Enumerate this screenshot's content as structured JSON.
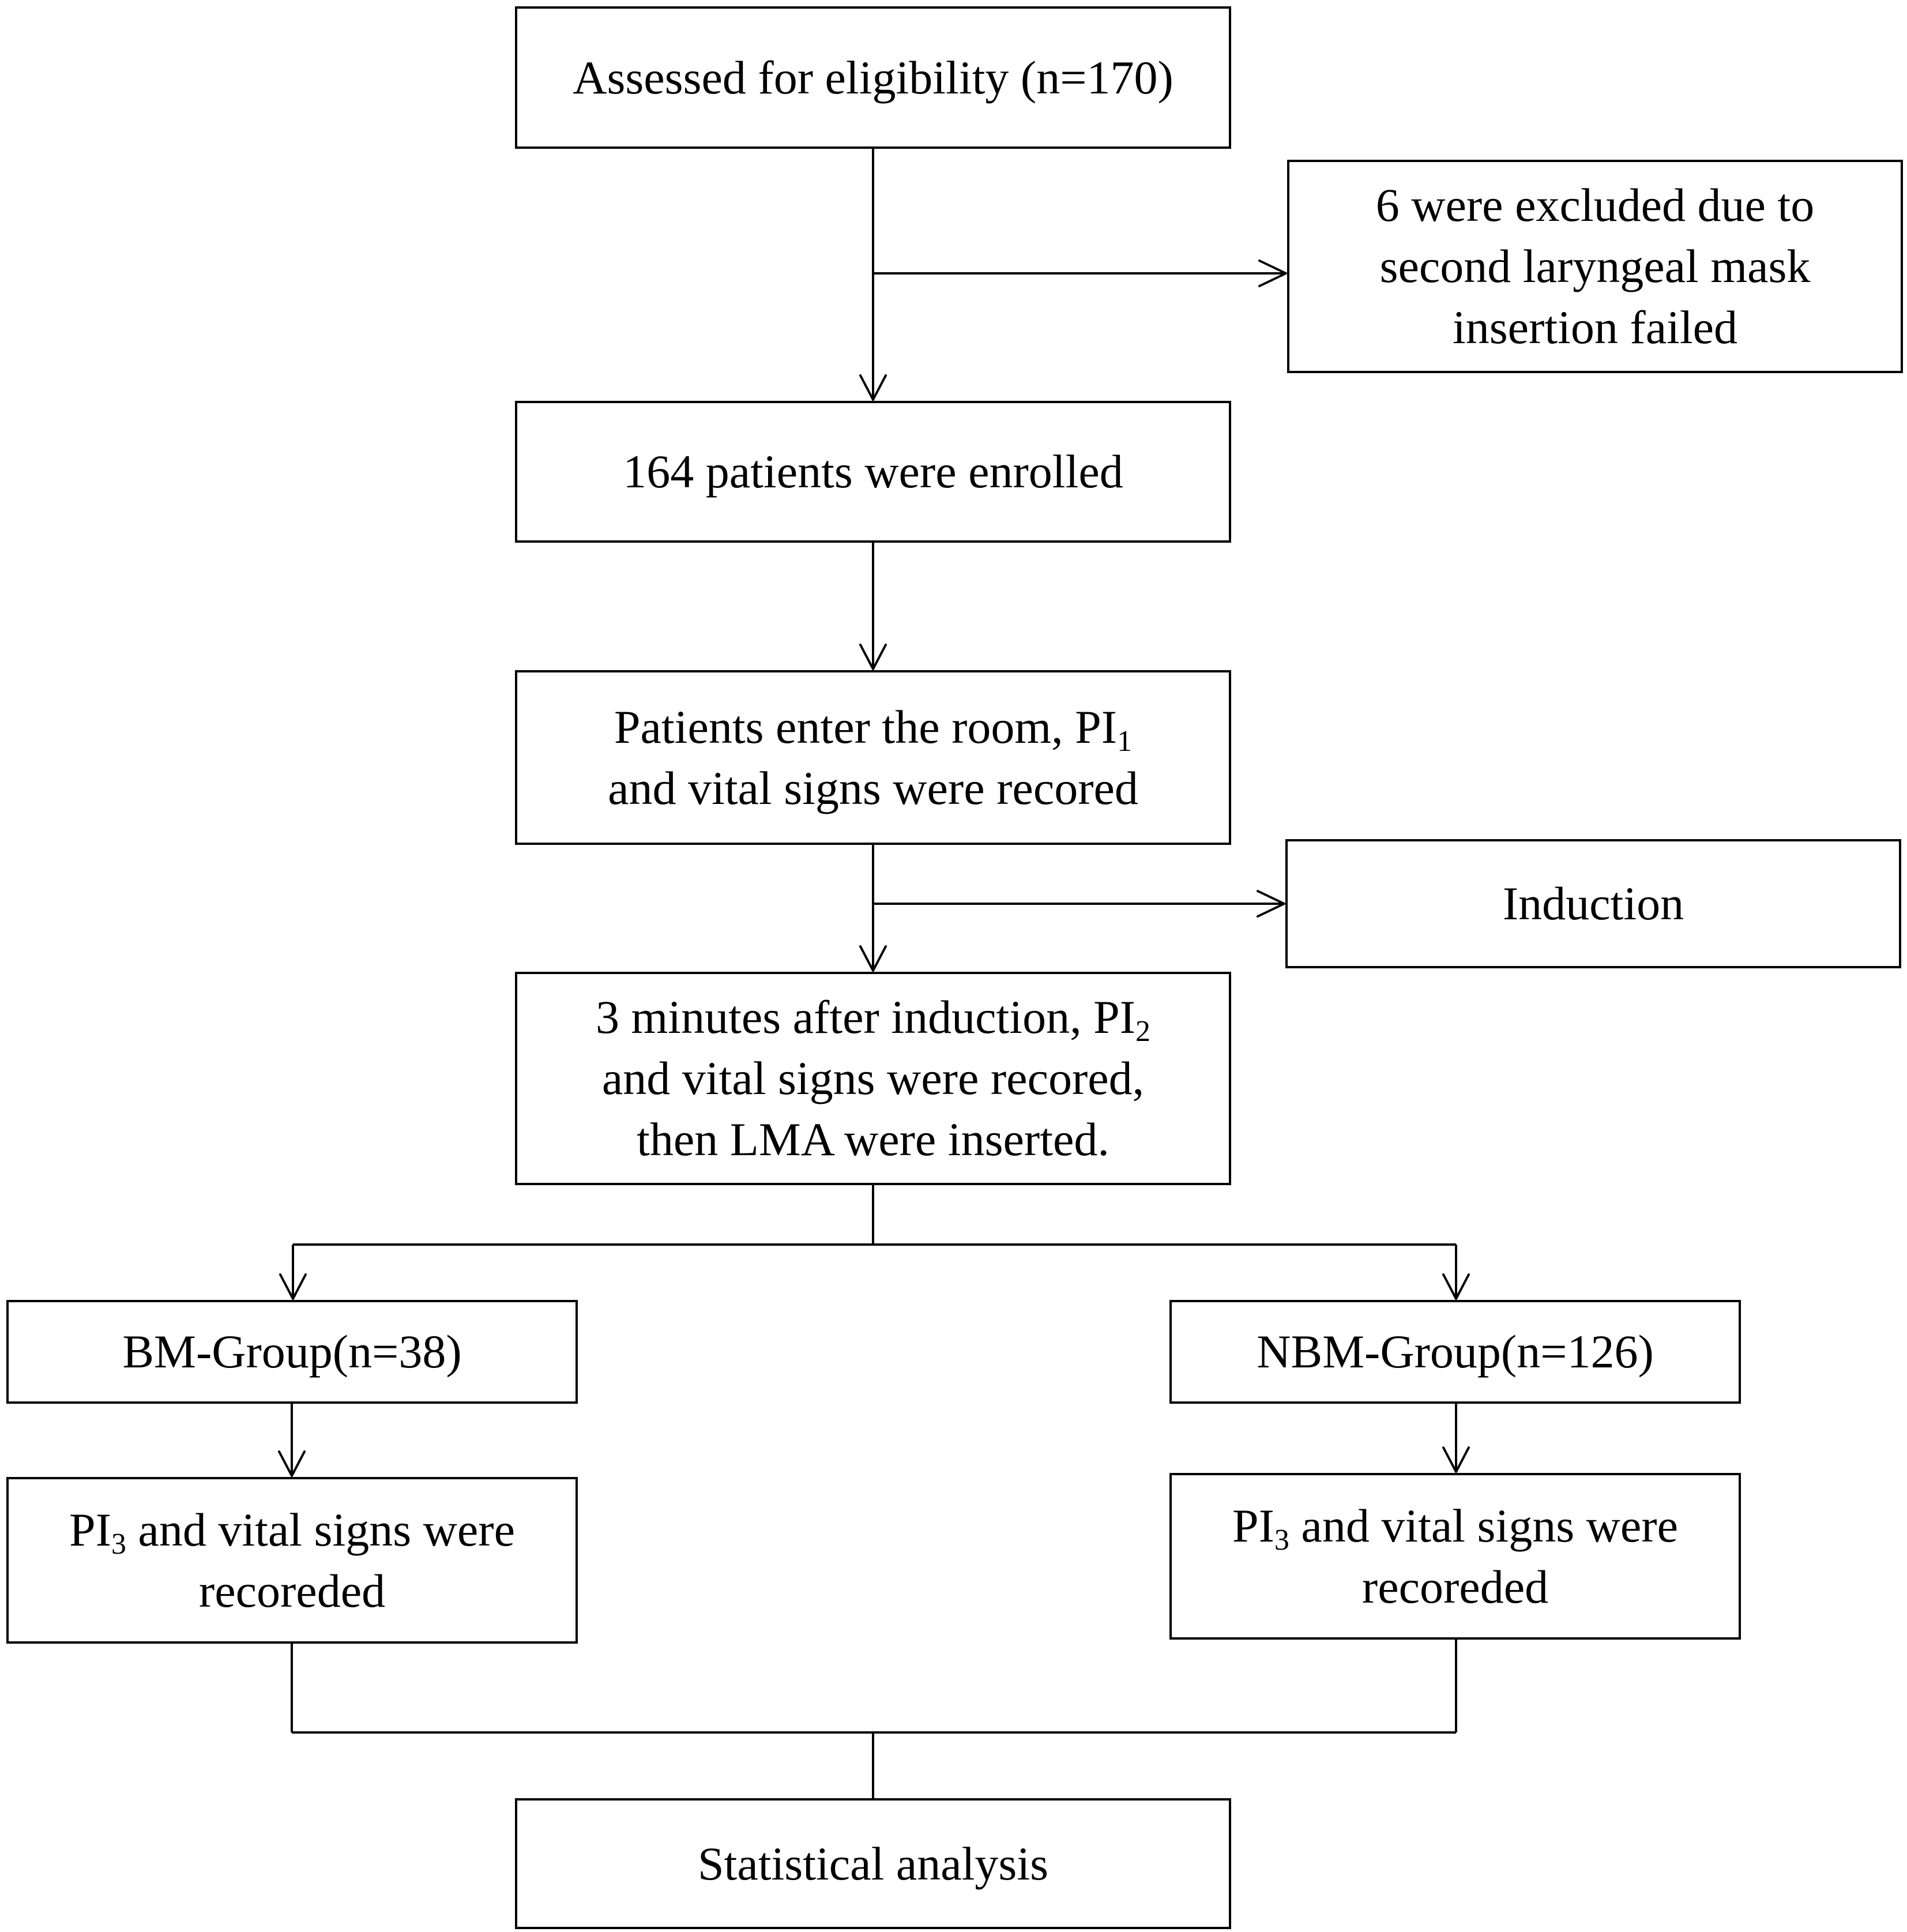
{
  "flowchart": {
    "assessed": "Assessed for eligibility (n=170)",
    "excluded": {
      "line1": "6 were excluded due to",
      "line2": "second laryngeal mask",
      "line3": "insertion failed"
    },
    "enrolled": "164 patients were enrolled",
    "enter_room": {
      "line1": "Patients enter the room, PI",
      "line1_sub": "1",
      "line2": "and vital signs were recored"
    },
    "induction": "Induction",
    "after_induction": {
      "line1": "3 minutes after induction, PI",
      "line1_sub": "2",
      "line2": "and vital signs were recored,",
      "line3": "then LMA were inserted."
    },
    "bm_group": "BM-Group(n=38)",
    "nbm_group": "NBM-Group(n=126)",
    "bm_pi3": {
      "line1_pre": "PI",
      "line1_sub": "3",
      "line1_post": " and vital signs were",
      "line2": "recoreded"
    },
    "nbm_pi3": {
      "line1_pre": "PI",
      "line1_sub": "3",
      "line1_post": " and vital signs were",
      "line2": "recoreded"
    },
    "statistical": "Statistical analysis"
  }
}
